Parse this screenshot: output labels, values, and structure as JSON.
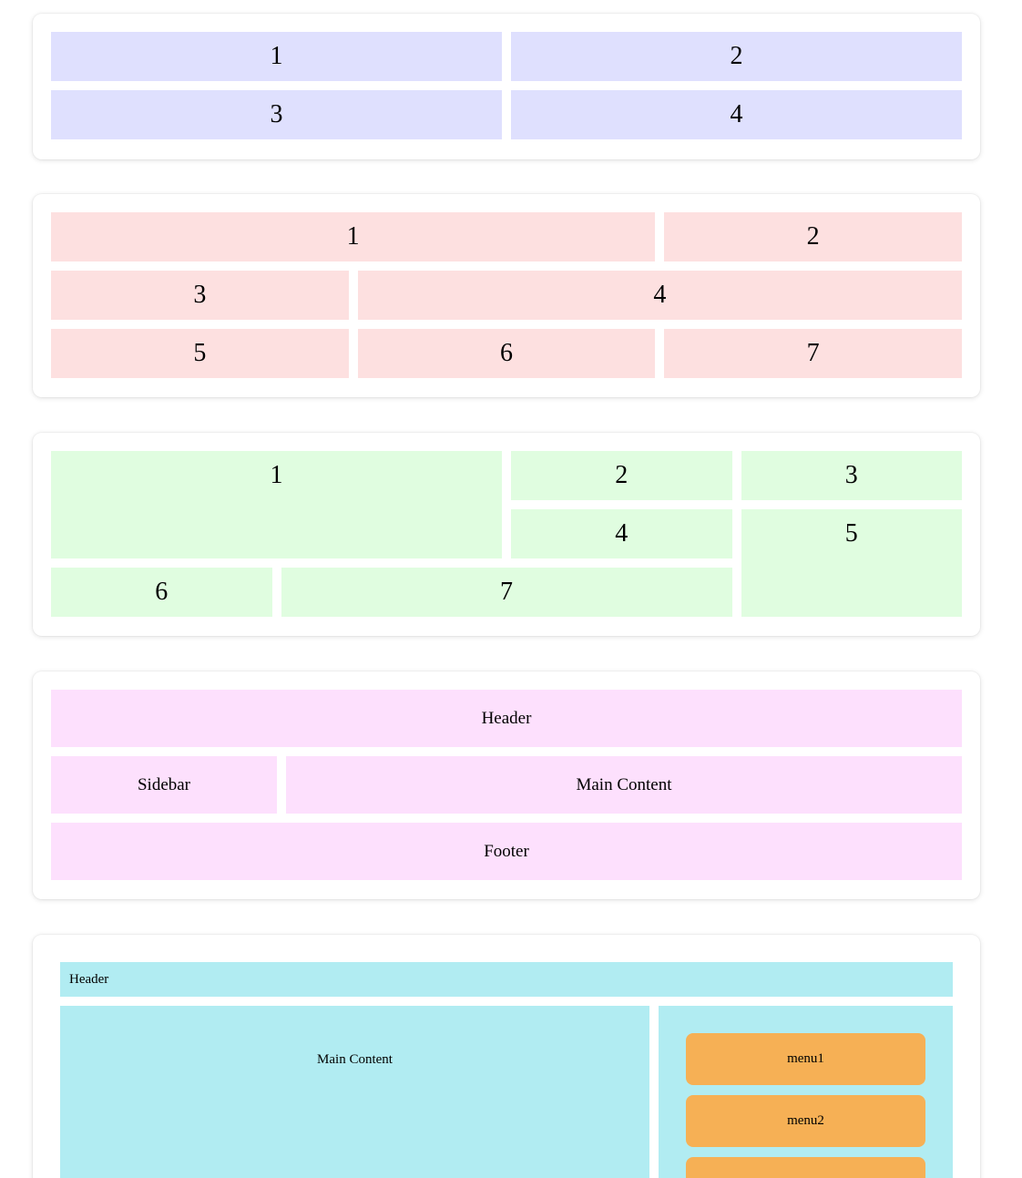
{
  "grid1": {
    "cells": [
      "1",
      "2",
      "3",
      "4"
    ],
    "color": "#dfe0fe"
  },
  "grid2": {
    "cells": [
      "1",
      "2",
      "3",
      "4",
      "5",
      "6",
      "7"
    ],
    "color": "#fde0e0"
  },
  "grid3": {
    "cells": [
      "1",
      "2",
      "3",
      "4",
      "5",
      "6",
      "7"
    ],
    "color": "#e0fde0"
  },
  "grid4": {
    "header": "Header",
    "sidebar": "Sidebar",
    "main": "Main Content",
    "footer": "Footer",
    "color": "#fde0fd"
  },
  "layout5": {
    "header": "Header",
    "main": "Main Content",
    "menu": [
      "menu1",
      "menu2",
      ""
    ],
    "panel_color": "#b1ecf2",
    "menu_color": "#f6b055"
  }
}
